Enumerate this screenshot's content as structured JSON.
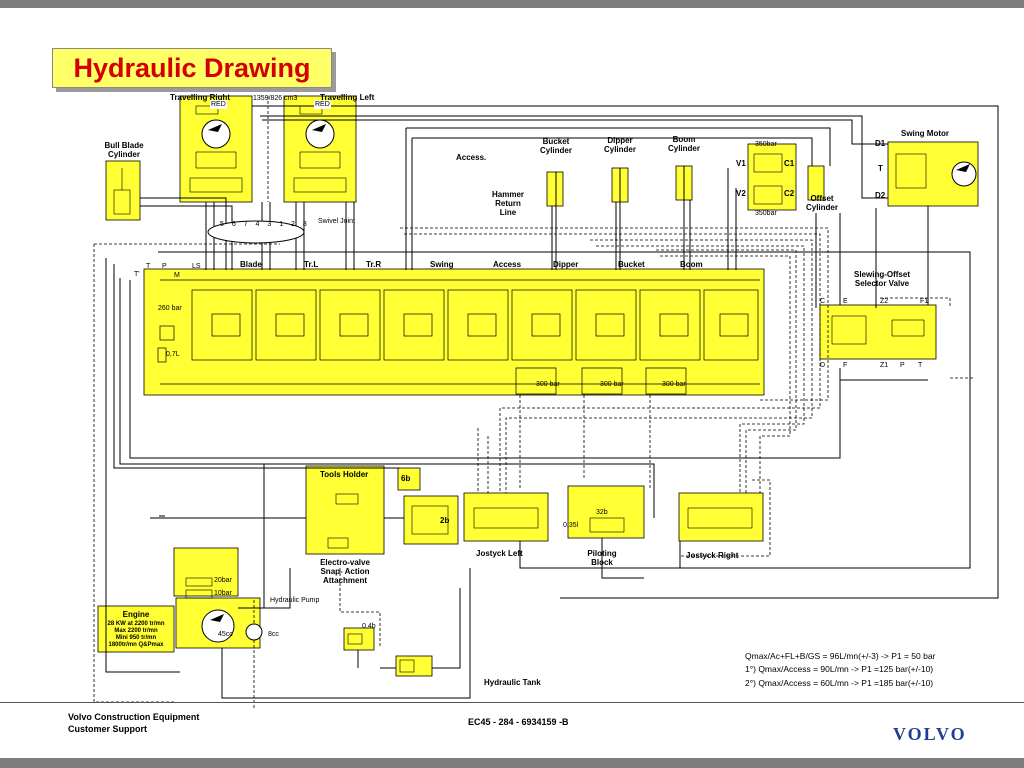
{
  "title": "Hydraulic Drawing",
  "labels": {
    "travelling_right": "Travelling Right",
    "displacement": "1359/826 cm3",
    "travelling_left": "Travelling Left",
    "red_right": "RED",
    "red_left": "RED",
    "bull_blade_cylinder": "Bull Blade Cylinder",
    "swivel_joint": "Swivel Joint",
    "swivel_ports": "5 6 7 4 3 1 2 8",
    "access": "Access.",
    "hammer_return_line": "Hammer Return Line",
    "bucket_cylinder": "Bucket Cylinder",
    "dipper_cylinder": "Dipper Cylinder",
    "boom_cylinder": "Boom Cylinder",
    "offset_350_top": "350bar",
    "offset_350_bottom": "350bar",
    "v1": "V1",
    "v2": "V2",
    "c1": "C1",
    "c2": "C2",
    "offset_cylinder": "Offset Cylinder",
    "swing_motor": "Swing Motor",
    "d1": "D1",
    "t": "T",
    "d2": "D2",
    "slewing_offset_selector_valve": "Slewing-Offset Selector Valve",
    "section_blade": "Blade",
    "section_trl": "Tr.L",
    "section_trr": "Tr.R",
    "section_swing": "Swing",
    "section_access": "Access",
    "section_dipper": "Dipper",
    "section_bucket": "Bucket",
    "section_boom": "Boom",
    "port_t": "T",
    "port_p": "P",
    "port_t_prime": "T'",
    "port_m": "M",
    "port_ls": "LS",
    "relief_260": "260 bar",
    "accumulator_07": "0,7L",
    "bar_300_a": "300 bar",
    "bar_300_b": "300 bar",
    "bar_300_c": "300 bar",
    "tools_holder": "Tools Holder",
    "electro_valve": "Electro-valve Snap- Action Attachment",
    "label_6b": "6b",
    "label_2b": "2b",
    "jostyck_left": "Jostyck Left",
    "piloting_block": "Piloting Block",
    "jostyck_right": "Jostyck Right",
    "label_32b": "32b",
    "label_035l": "0,35l",
    "hydraulic_pump": "Hydraulic Pump",
    "label_45cc": "45cc",
    "label_8cc": "8cc",
    "label_04b": "0.4b",
    "hydraulic_tank": "Hydraulic Tank",
    "label_20bar": "20bar",
    "label_10bar": "10bar",
    "engine_title": "Engine",
    "engine_line1": "28 KW at 2200 tr/mn",
    "engine_line2": "Max 2200 tr/mn",
    "engine_line3": "Mini 950 tr/mn",
    "engine_line4": "1800tr/mn Q&Pmax",
    "sv_c": "C",
    "sv_e": "E",
    "sv_z2": "Z2",
    "sv_f1": "F1",
    "sv_d": "D",
    "sv_f": "F",
    "sv_z1": "Z1",
    "sv_p": "P",
    "sv_t": "T"
  },
  "notes": {
    "line1": "Qmax/Ac+FL+B/GS = 96L/mn(+/-3) -> P1 = 50 bar",
    "line2": "1°) Qmax/Access = 90L/mn -> P1 =125 bar(+/-10)",
    "line3": "2°) Qmax/Access = 60L/mn -> P1 =185 bar(+/-10)"
  },
  "footer": {
    "company": "Volvo Construction Equipment",
    "dept": "Customer Support",
    "doc_id": "EC45 - 284 - 6934159 -B",
    "brand": "VOLVO"
  },
  "colors": {
    "component_fill": "#ffff33",
    "title_fill": "#ffff66",
    "title_text": "#d40000",
    "brand": "#1c3f94"
  }
}
